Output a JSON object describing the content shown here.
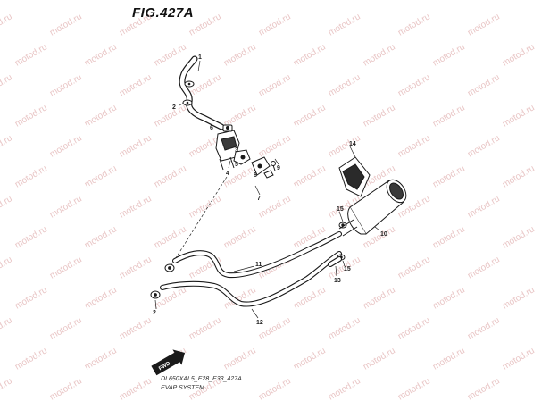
{
  "figure": {
    "title": "FIG.427A",
    "model_code": "DL650XAL5_E28_E33_427A",
    "section": "EVAP SYSTEM",
    "watermark": "motod.ru",
    "fwd_label": "FWD"
  },
  "callouts": {
    "c1": "1",
    "c2a": "2",
    "c2b": "2",
    "c3": "3",
    "c4": "4",
    "c5": "5",
    "c6": "6",
    "c7": "7",
    "c8": "8",
    "c9": "9",
    "c10": "10",
    "c11": "11",
    "c12": "12",
    "c13": "13",
    "c14": "14",
    "c15a": "15",
    "c15b": "15"
  },
  "colors": {
    "line": "#1a1a1a",
    "watermark": "#e9c6c6",
    "part_fill": "#ffffff",
    "part_shade": "#3a3a3a"
  }
}
